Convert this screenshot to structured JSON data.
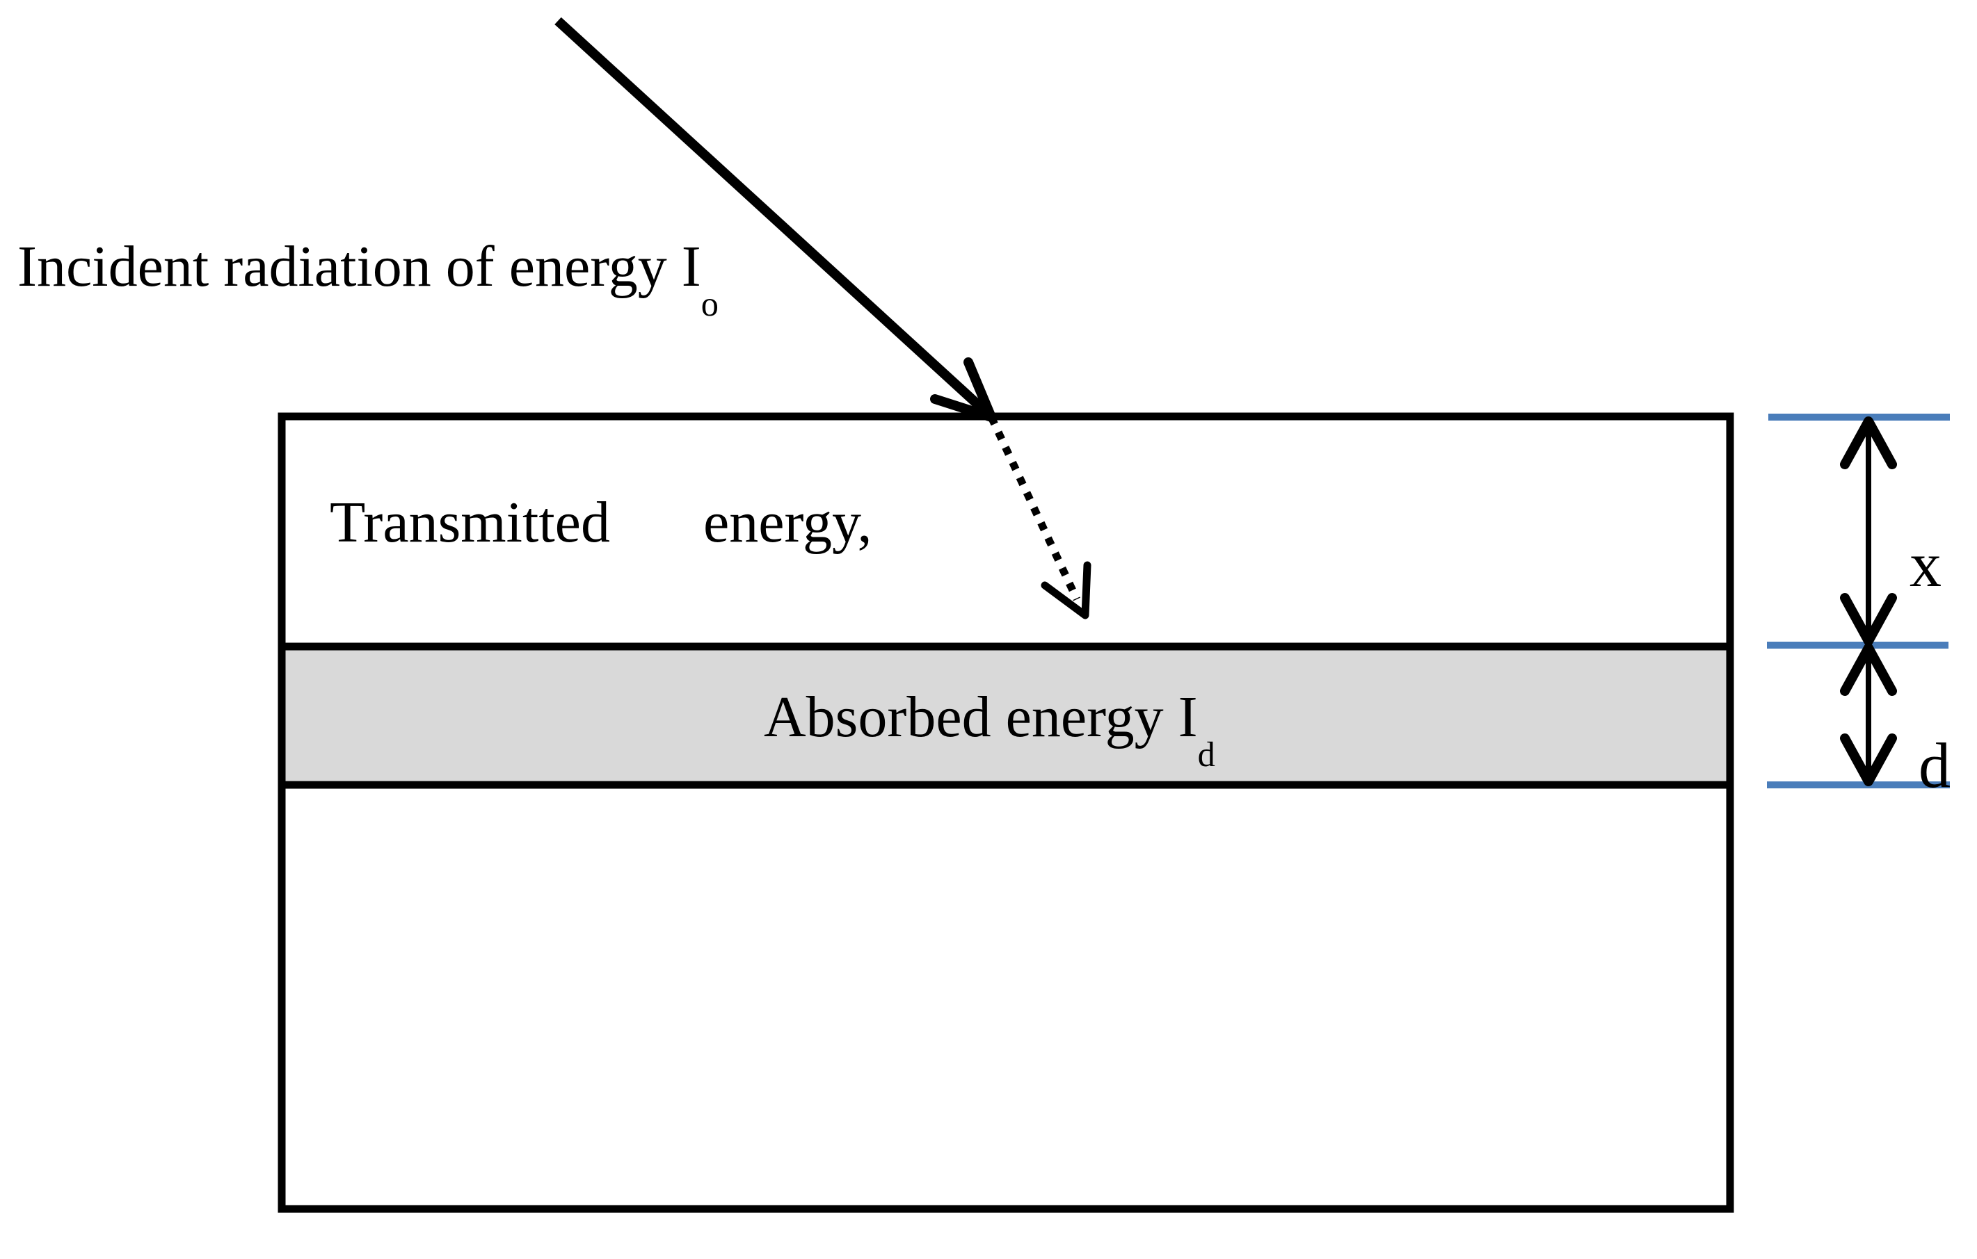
{
  "figure": {
    "incident_label": {
      "text": "Incident radiation of energy I",
      "subscript": "o"
    },
    "transmitted_label": {
      "word1": "Transmitted",
      "word2": "energy,"
    },
    "absorbed_label": {
      "text": "Absorbed energy I",
      "subscript": "d"
    },
    "dimension_x_label": "x",
    "dimension_d_label": "d"
  },
  "colors": {
    "background": "#ffffff",
    "line_black": "#000000",
    "slab_fill": "#ffffff",
    "absorbed_band_fill": "#d9d9d9",
    "dimension_guide_blue": "#4a7dba"
  }
}
